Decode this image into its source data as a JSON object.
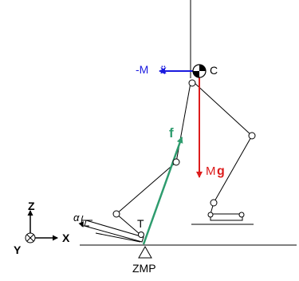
{
  "labels": {
    "com": "C",
    "inertial_minus": "-M",
    "inertial_accel": "ẍ",
    "force": "f",
    "gravity_mass": "M",
    "gravity_g": "g",
    "toe": "T",
    "tilt_angle": "α",
    "zmp": "ZMP",
    "axis_z": "Z",
    "axis_x": "X",
    "axis_y": "Y"
  },
  "colors": {
    "background": "#ffffff",
    "line": "#000000",
    "inertial_force": "#1a1adf",
    "gravity_force": "#dd1c1c",
    "reaction_force": "#2e9c6e"
  }
}
